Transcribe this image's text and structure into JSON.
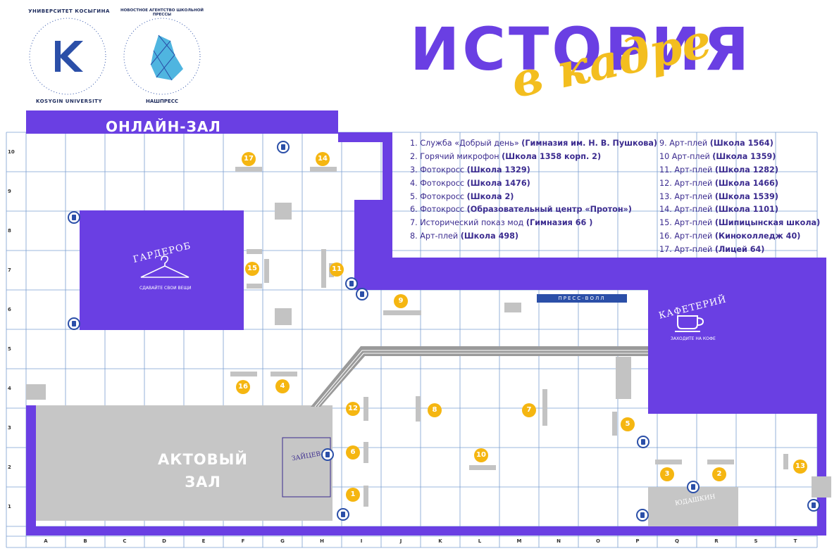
{
  "header": {
    "title": "ИСТОРИЯ",
    "subtitle": "в кадре"
  },
  "logos": {
    "university": {
      "text_top": "УНИВЕРСИТЕТ КОСЫГИНА",
      "text_bottom": "KOSYGIN UNIVERSITY"
    },
    "agency": {
      "text_top": "НОВОСТНОЕ АГЕНТСТВО ШКОЛЬНОЙ ПРЕССЫ",
      "text_bottom": "НАШПРЕСС"
    }
  },
  "rooms": {
    "online_hall": "ОНЛАЙН-ЗАЛ",
    "wardrobe": {
      "title": "ГАРДЕРОБ",
      "subtitle": "СДАВАЙТЕ СВОИ ВЕЩИ"
    },
    "cafeteria": {
      "title": "КАФЕТЕРИЙ",
      "subtitle": "ЗАХОДИТЕ НА КОФЕ"
    },
    "assembly_hall": [
      "АКТОВЫЙ",
      "ЗАЛ"
    ],
    "press_wall": "ПРЕСС-ВОЛЛ",
    "zaitsev": "ЗАЙЦЕВ",
    "yudashkin": "ЮДАШКИН"
  },
  "legend": [
    {
      "pre": "1. Служба «Добрый день» ",
      "bold": "(Гимназия им. Н. В. Пушкова)"
    },
    {
      "pre": "2. Горячий микрофон ",
      "bold": "(Школа 1358 корп. 2)"
    },
    {
      "pre": "3. Фотокросс ",
      "bold": "(Школа 1329)"
    },
    {
      "pre": "4. Фотокросс ",
      "bold": "(Школа 1476)"
    },
    {
      "pre": "5. Фотокросс ",
      "bold": "(Школа 2)"
    },
    {
      "pre": "6. Фотокросс ",
      "bold": "(Образовательный центр «Протон»)"
    },
    {
      "pre": "7. Исторический показ мод ",
      "bold": "(Гимназия 66 )"
    },
    {
      "pre": "8. Арт-плей ",
      "bold": "(Школа 498)"
    },
    {
      "pre": "9. Арт-плей ",
      "bold": "(Школа 1564)"
    },
    {
      "pre": "10 Арт-плей ",
      "bold": "(Школа 1359)"
    },
    {
      "pre": "11. Арт-плей ",
      "bold": "(Школа 1282)"
    },
    {
      "pre": "12. Арт-плей ",
      "bold": "(Школа 1466)"
    },
    {
      "pre": "13. Арт-плей ",
      "bold": "(Школа 1539)"
    },
    {
      "pre": "14. Арт-плей ",
      "bold": "(Школа 1101)"
    },
    {
      "pre": "15. Арт-плей ",
      "bold": "(Шипицынская школа)"
    },
    {
      "pre": "16. Арт-плей ",
      "bold": "(Киноколледж 40)"
    },
    {
      "pre": "17. Арт-плей ",
      "bold": "(Лицей 64)"
    }
  ],
  "grid": {
    "columns": [
      "A",
      "B",
      "C",
      "D",
      "E",
      "F",
      "G",
      "H",
      "I",
      "J",
      "K",
      "L",
      "M",
      "N",
      "O",
      "P",
      "Q",
      "R",
      "S",
      "T"
    ],
    "rows": [
      "10",
      "9",
      "8",
      "7",
      "6",
      "5",
      "4",
      "3",
      "2",
      "1"
    ]
  },
  "markers": [
    "1",
    "2",
    "3",
    "4",
    "5",
    "6",
    "7",
    "8",
    "9",
    "10",
    "11",
    "12",
    "13",
    "14",
    "15",
    "16",
    "17"
  ],
  "colors": {
    "accent": "#6a3fe3",
    "marker": "#f5b611",
    "hall": "#c6c6c6",
    "grid": "#7a9fd0",
    "power": "#2b4fa8"
  },
  "icons": {
    "power": "power-outlet-icon",
    "wardrobe": "hanger-icon",
    "cafeteria": "coffee-cup-icon"
  }
}
